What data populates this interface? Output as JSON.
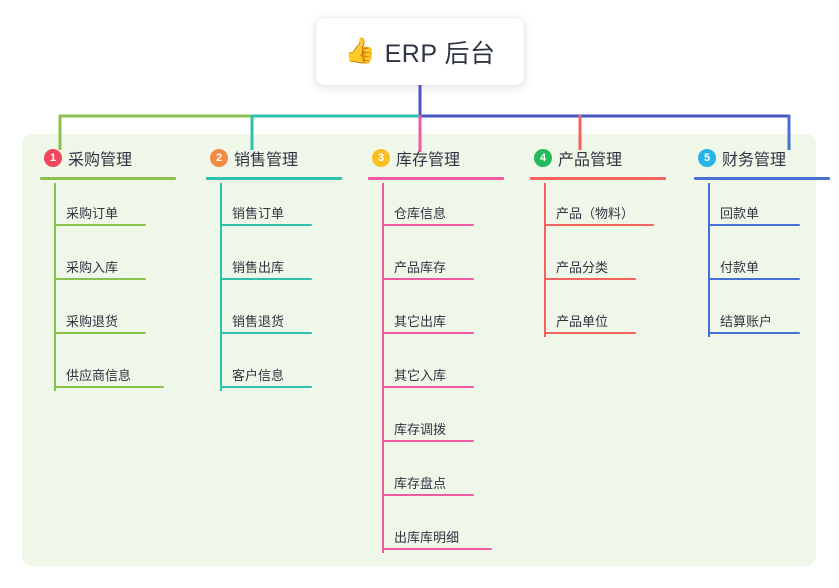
{
  "root": {
    "icon": "thumbs-up-icon",
    "icon_glyph": "👍",
    "title": "ERP 后台"
  },
  "theme": {
    "page_background": "#ffffff",
    "panel_background": "#eef7e8",
    "text_color": "#2f3542"
  },
  "columns": [
    {
      "number": "1",
      "title": "采购管理",
      "badge_color": "#f0465e",
      "line_color": "#8cc152",
      "items": [
        "采购订单",
        "采购入库",
        "采购退货",
        "供应商信息"
      ]
    },
    {
      "number": "2",
      "title": "销售管理",
      "badge_color": "#f28b42",
      "line_color": "#2ec2ac",
      "items": [
        "销售订单",
        "销售出库",
        "销售退货",
        "客户信息"
      ]
    },
    {
      "number": "3",
      "title": "库存管理",
      "badge_color": "#fbbf24",
      "line_color": "#ef5ba1",
      "items": [
        "仓库信息",
        "产品库存",
        "其它出库",
        "其它入库",
        "库存调拨",
        "库存盘点",
        "出库库明细"
      ]
    },
    {
      "number": "4",
      "title": "产品管理",
      "badge_color": "#22bb5b",
      "line_color": "#f4635e",
      "items": [
        "产品（物料）",
        "产品分类",
        "产品单位"
      ]
    },
    {
      "number": "5",
      "title": "财务管理",
      "badge_color": "#26b3e8",
      "line_color": "#4a6fd4",
      "items": [
        "回款单",
        "付款单",
        "结算账户"
      ]
    }
  ],
  "connectors": {
    "trunk_color": "#4a55c4",
    "bus_segments": [
      {
        "name": "bus-segment-1",
        "color": "#8cc152"
      },
      {
        "name": "bus-segment-2",
        "color": "#2ec2ac"
      },
      {
        "name": "bus-segment-3",
        "color": "#4a55c4"
      }
    ],
    "drops": [
      {
        "name": "drop-purchasing",
        "color": "#8cc152"
      },
      {
        "name": "drop-sales",
        "color": "#2ec2ac"
      },
      {
        "name": "drop-inventory",
        "color": "#ef5ba1"
      },
      {
        "name": "drop-product",
        "color": "#f4635e"
      },
      {
        "name": "drop-finance",
        "color": "#4a6fd4"
      }
    ]
  }
}
